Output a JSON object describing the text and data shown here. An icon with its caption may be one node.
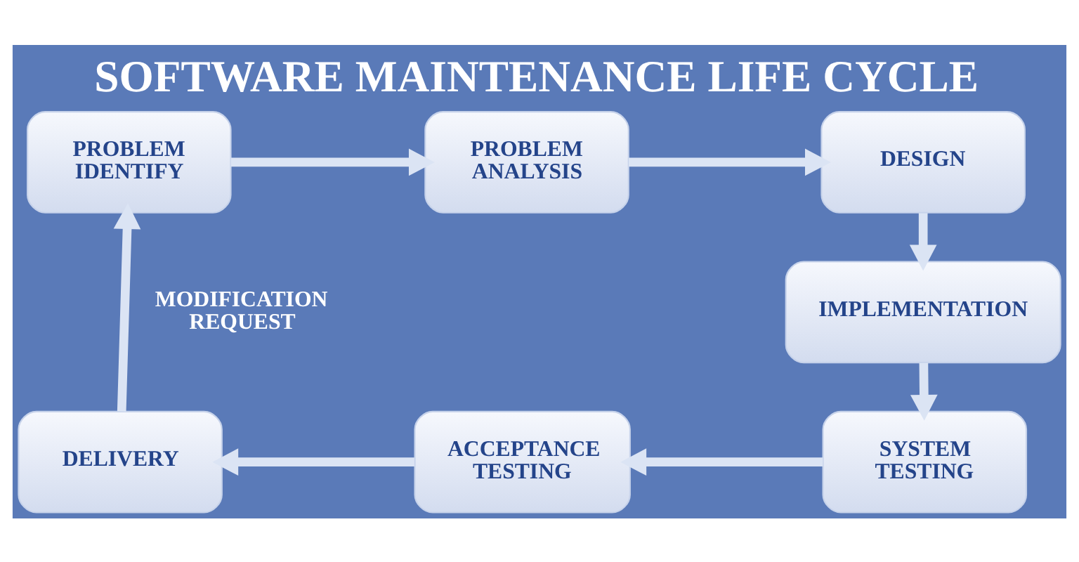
{
  "diagram": {
    "title": "SOFTWARE MAINTENANCE LIFE CYCLE",
    "nodes": [
      {
        "text": [
          "PROBLEM IDENTIFY"
        ]
      },
      {
        "text": [
          "PROBLEM ANALYSIS"
        ]
      },
      {
        "text": [
          "DESIGN"
        ]
      },
      {
        "text": [
          "IMPLEMENTATION"
        ]
      },
      {
        "text": [
          "SYSTEM TESTING"
        ]
      },
      {
        "text": [
          "ACCEPTANCE TESTING"
        ]
      },
      {
        "text": [
          "DELIVERY"
        ]
      }
    ],
    "edges": [
      {
        "from": 0,
        "to": 1,
        "arrow": "to"
      },
      {
        "from": 1,
        "to": 2,
        "arrow": "to"
      },
      {
        "from": 2,
        "to": 3,
        "arrow": "to"
      },
      {
        "from": 3,
        "to": 4,
        "arrow": "to"
      },
      {
        "from": 4,
        "to": 5,
        "arrow": "to"
      },
      {
        "from": 5,
        "to": 6,
        "arrow": "to"
      },
      {
        "from": 6,
        "to": 0,
        "arrow": "to",
        "label": "MODIFICATION REQUEST"
      }
    ]
  }
}
